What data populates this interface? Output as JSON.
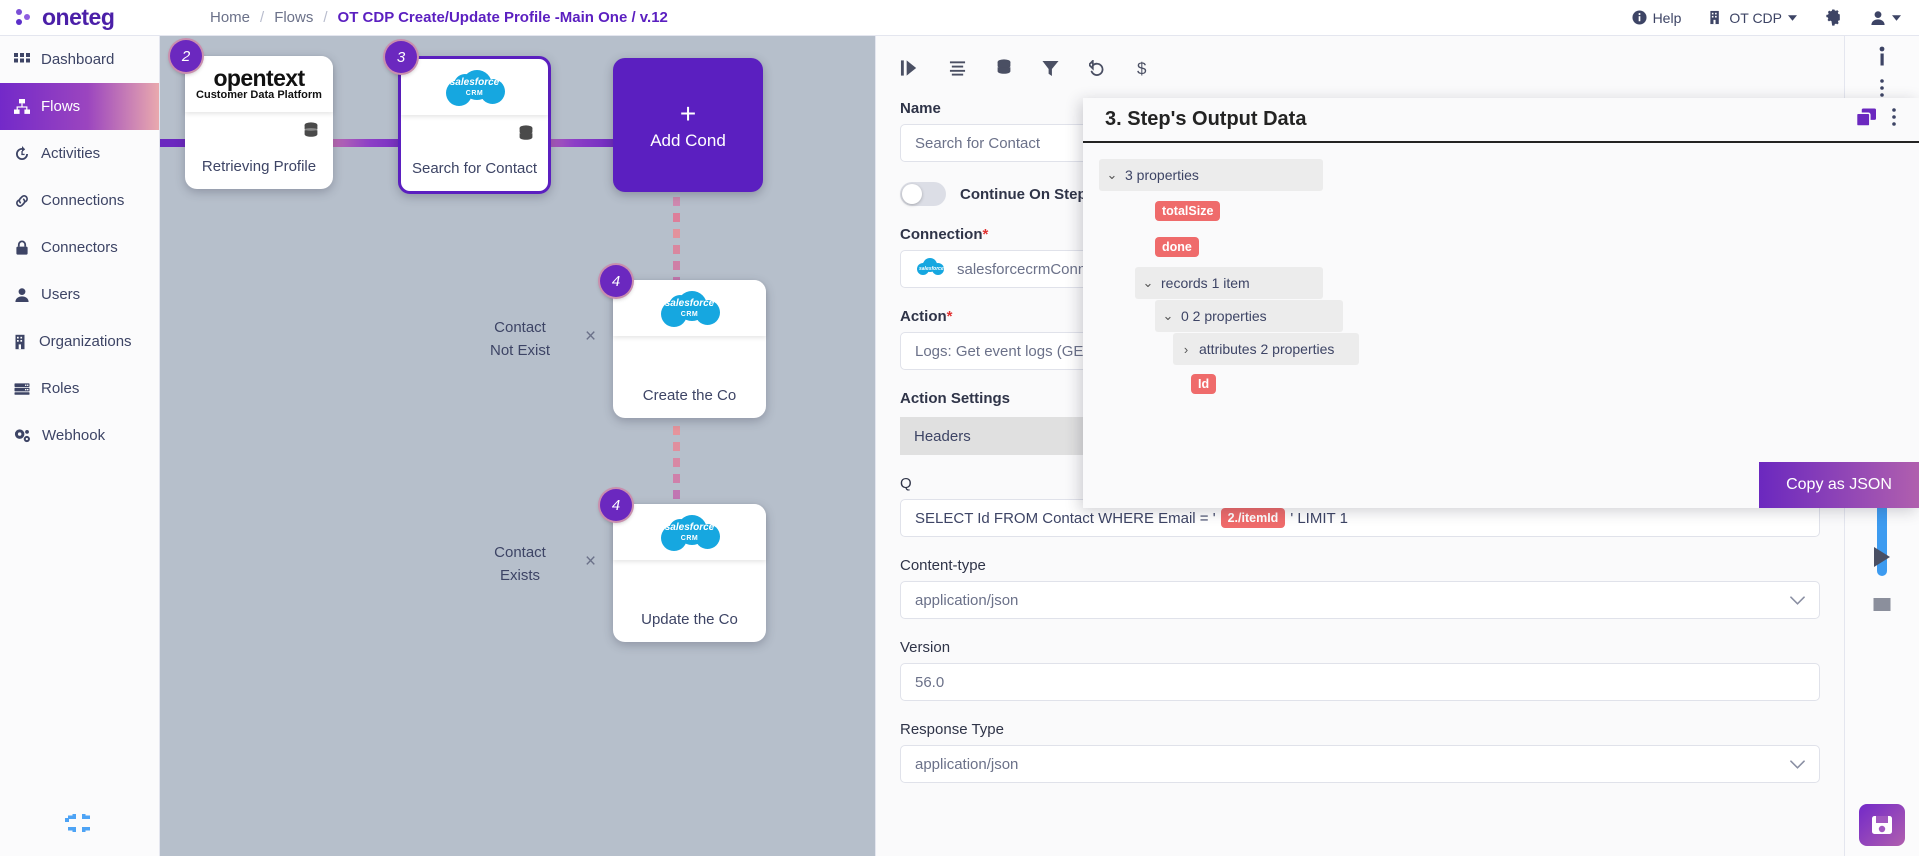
{
  "brand": {
    "name": "oneteg"
  },
  "breadcrumb": {
    "home": "Home",
    "flows": "Flows",
    "sep": "/",
    "current": "OT CDP Create/Update Profile -Main One / v.12"
  },
  "topright": {
    "help": "Help",
    "org": "OT CDP",
    "settings_icon": "gear-icon",
    "user_icon": "user-icon",
    "help_icon": "info-circle-icon",
    "org_icon": "building-icon"
  },
  "sidebar": {
    "items": [
      {
        "label": "Dashboard",
        "icon": "grid-icon",
        "active": false
      },
      {
        "label": "Flows",
        "icon": "sitemap-icon",
        "active": true
      },
      {
        "label": "Activities",
        "icon": "history-icon",
        "active": false
      },
      {
        "label": "Connections",
        "icon": "link-icon",
        "active": false
      },
      {
        "label": "Connectors",
        "icon": "lock-icon",
        "active": false
      },
      {
        "label": "Users",
        "icon": "user-icon",
        "active": false
      },
      {
        "label": "Organizations",
        "icon": "building-icon",
        "active": false
      },
      {
        "label": "Roles",
        "icon": "server-icon",
        "active": false
      },
      {
        "label": "Webhook",
        "icon": "cogs-icon",
        "active": false
      }
    ],
    "collapse_icon": "collapse-icon"
  },
  "canvas": {
    "nodes": [
      {
        "number": "2",
        "title": "Retrieving Profile",
        "logo": "opentext",
        "logo_main": "opentext",
        "logo_sub": "Customer Data Platform",
        "selected": false
      },
      {
        "number": "3",
        "title": "Search for Contact",
        "logo": "salesforce",
        "selected": true
      },
      {
        "number": "4",
        "title": "Create the Co",
        "logo": "salesforce",
        "selected": false
      },
      {
        "number": "4",
        "title": "Update the Co",
        "logo": "salesforce",
        "selected": false
      }
    ],
    "add_condition": {
      "label": "Add Cond",
      "plus": "+"
    },
    "branches": [
      {
        "line1": "Contact",
        "line2": "Not Exist",
        "remove": "×"
      },
      {
        "line1": "Contact",
        "line2": "Exists",
        "remove": "×"
      }
    ],
    "salesforce_logo": {
      "text": "salesforce",
      "sub": "CRM"
    },
    "db_icon": "database-icon"
  },
  "panel": {
    "toolbar": [
      {
        "icon": "step-forward-icon",
        "name": "run-step"
      },
      {
        "icon": "list-icon",
        "name": "logs"
      },
      {
        "icon": "database-icon",
        "name": "data"
      },
      {
        "icon": "filter-icon",
        "name": "filter"
      },
      {
        "icon": "undo-icon",
        "name": "reset"
      },
      {
        "icon": "dollar-icon",
        "name": "variables"
      }
    ],
    "close_icon": "close-icon",
    "close_label": "×",
    "fields": {
      "name_label": "Name",
      "name_value": "Search for Contact",
      "continue_label": "Continue On Step",
      "connection_label": "Connection",
      "required_mark": "*",
      "connection_value": "salesforcecrmConn",
      "action_label": "Action",
      "action_value": "Logs: Get event logs (GET)",
      "action_settings_label": "Action Settings",
      "headers_label": "Headers",
      "q_label": "Q",
      "q_prefix": "SELECT Id FROM Contact WHERE Email = '",
      "q_chip": "2./itemId",
      "q_suffix": "' LIMIT 1",
      "content_type_label": "Content-type",
      "content_type_value": "application/json",
      "version_label": "Version",
      "version_value": "56.0",
      "response_type_label": "Response Type",
      "response_type_value": "application/json"
    }
  },
  "output_data": {
    "title": "3. Step's Output Data",
    "copy_icon": "copy-icon",
    "menu_icon": "more-vertical-icon",
    "copy_json_label": "Copy as JSON",
    "tree": [
      {
        "depth": 0,
        "chevron": "⌄",
        "text": "3 properties",
        "type": "group",
        "expanded": true
      },
      {
        "depth": 1,
        "chevron": "",
        "text": "totalSize",
        "type": "chip"
      },
      {
        "depth": 1,
        "chevron": "",
        "text": "done",
        "type": "chip"
      },
      {
        "depth": 1,
        "chevron": "⌄",
        "text": "records 1 item",
        "type": "group",
        "expanded": true
      },
      {
        "depth": 2,
        "chevron": "⌄",
        "text": "0 2 properties",
        "type": "group",
        "expanded": true
      },
      {
        "depth": 3,
        "chevron": "›",
        "text": "attributes 2 properties",
        "type": "group",
        "expanded": false
      },
      {
        "depth": 3,
        "chevron": "",
        "text": "Id",
        "type": "chip"
      }
    ]
  },
  "rail": {
    "info_icon": "info-icon",
    "play_icon": "play-icon",
    "stop_icon": "stop-icon",
    "save_icon": "save-icon"
  },
  "colors": {
    "brand_purple": "#5b1fc0",
    "accent_pink": "#e9a9ae",
    "chip_red": "#ef6b6b",
    "canvas_bg": "#b6bfcb",
    "scrollbar_blue": "#3d9bf0"
  }
}
